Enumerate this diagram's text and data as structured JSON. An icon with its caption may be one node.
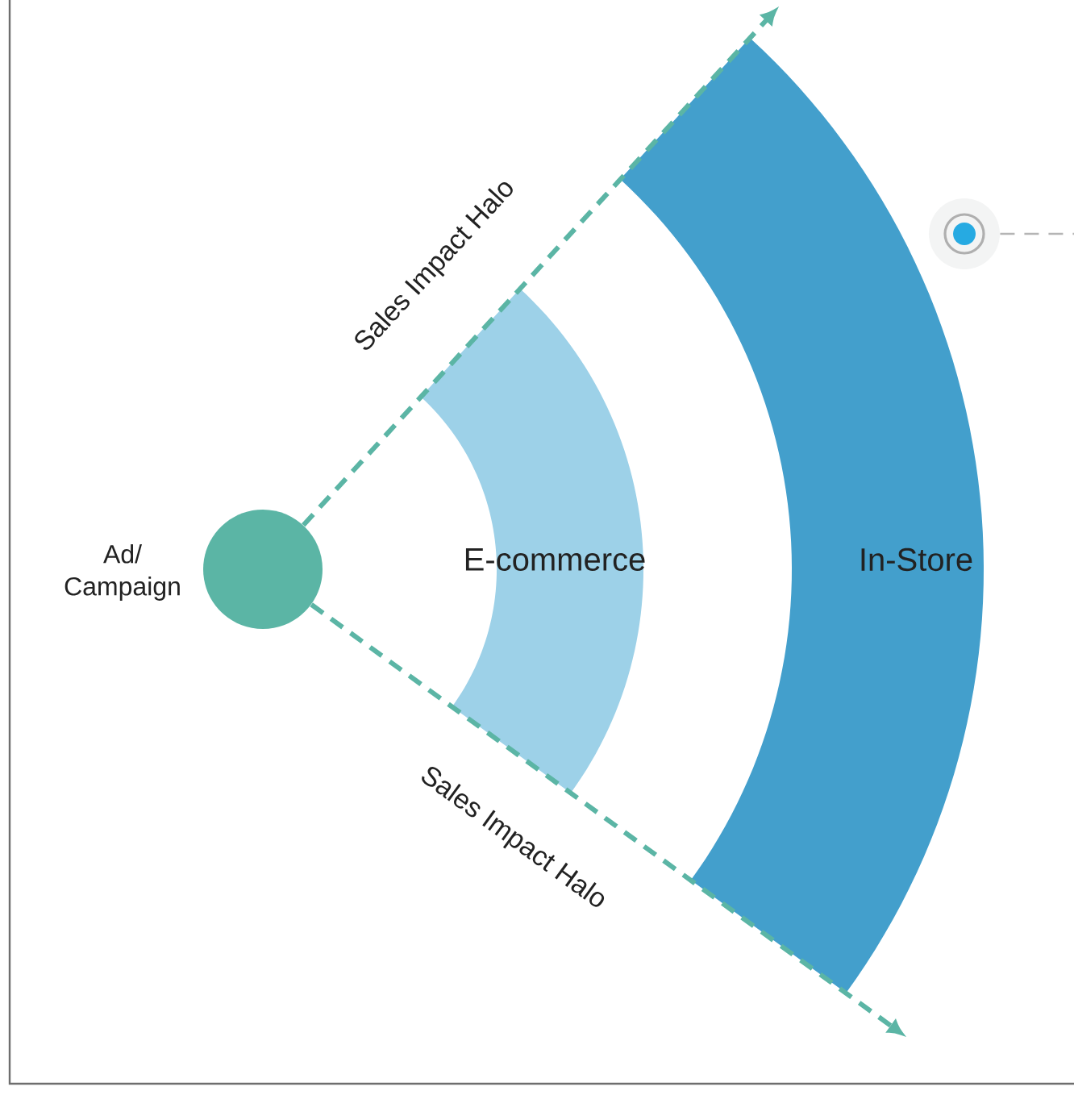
{
  "diagram": {
    "nodes": [
      {
        "text": [],
        "shape": "circle",
        "beside": [
          "Ad/ Campaign"
        ]
      },
      {
        "text": [
          "E-commerce"
        ]
      },
      {
        "text": [
          "In-Store"
        ]
      },
      {
        "text": [],
        "shape": "circle"
      }
    ],
    "edges": [
      {
        "from": 0,
        "to": null,
        "arrow": "to",
        "style": "dashed",
        "label": "Sales Impact Halo"
      },
      {
        "from": 0,
        "to": null,
        "arrow": "to",
        "style": "dashed",
        "label": "Sales Impact Halo"
      },
      {
        "from": 3,
        "to": null,
        "arrow": "none",
        "style": "dashed",
        "color": "#b5b5b5"
      }
    ]
  }
}
